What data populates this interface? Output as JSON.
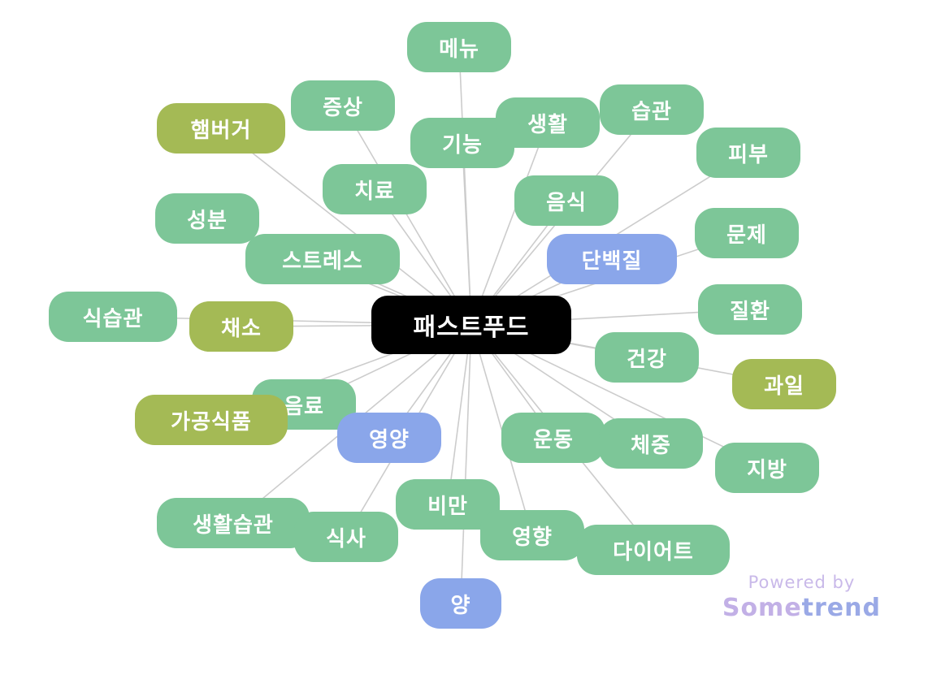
{
  "center": {
    "label": "패스트푸드"
  },
  "colors": {
    "green": "#7dc698",
    "olive": "#a4ba55",
    "blue": "#8aa6ea",
    "center": "#000000",
    "link": "#cccccc"
  },
  "keywords": [
    {
      "label": "메뉴",
      "tone": "green"
    },
    {
      "label": "증상",
      "tone": "green"
    },
    {
      "label": "햄버거",
      "tone": "olive"
    },
    {
      "label": "기능",
      "tone": "green"
    },
    {
      "label": "생활",
      "tone": "green"
    },
    {
      "label": "습관",
      "tone": "green"
    },
    {
      "label": "피부",
      "tone": "green"
    },
    {
      "label": "치료",
      "tone": "green"
    },
    {
      "label": "음식",
      "tone": "green"
    },
    {
      "label": "성분",
      "tone": "green"
    },
    {
      "label": "스트레스",
      "tone": "green"
    },
    {
      "label": "문제",
      "tone": "green"
    },
    {
      "label": "단백질",
      "tone": "blue"
    },
    {
      "label": "식습관",
      "tone": "green"
    },
    {
      "label": "채소",
      "tone": "olive"
    },
    {
      "label": "질환",
      "tone": "green"
    },
    {
      "label": "건강",
      "tone": "green"
    },
    {
      "label": "과일",
      "tone": "olive"
    },
    {
      "label": "음료",
      "tone": "green"
    },
    {
      "label": "가공식품",
      "tone": "olive"
    },
    {
      "label": "영양",
      "tone": "blue"
    },
    {
      "label": "운동",
      "tone": "green"
    },
    {
      "label": "체중",
      "tone": "green"
    },
    {
      "label": "지방",
      "tone": "green"
    },
    {
      "label": "생활습관",
      "tone": "green"
    },
    {
      "label": "식사",
      "tone": "green"
    },
    {
      "label": "비만",
      "tone": "green"
    },
    {
      "label": "영향",
      "tone": "green"
    },
    {
      "label": "다이어트",
      "tone": "green"
    },
    {
      "label": "양",
      "tone": "blue"
    }
  ],
  "branding": {
    "powered": "Powered by",
    "name_a": "Some",
    "name_b": "trend"
  }
}
